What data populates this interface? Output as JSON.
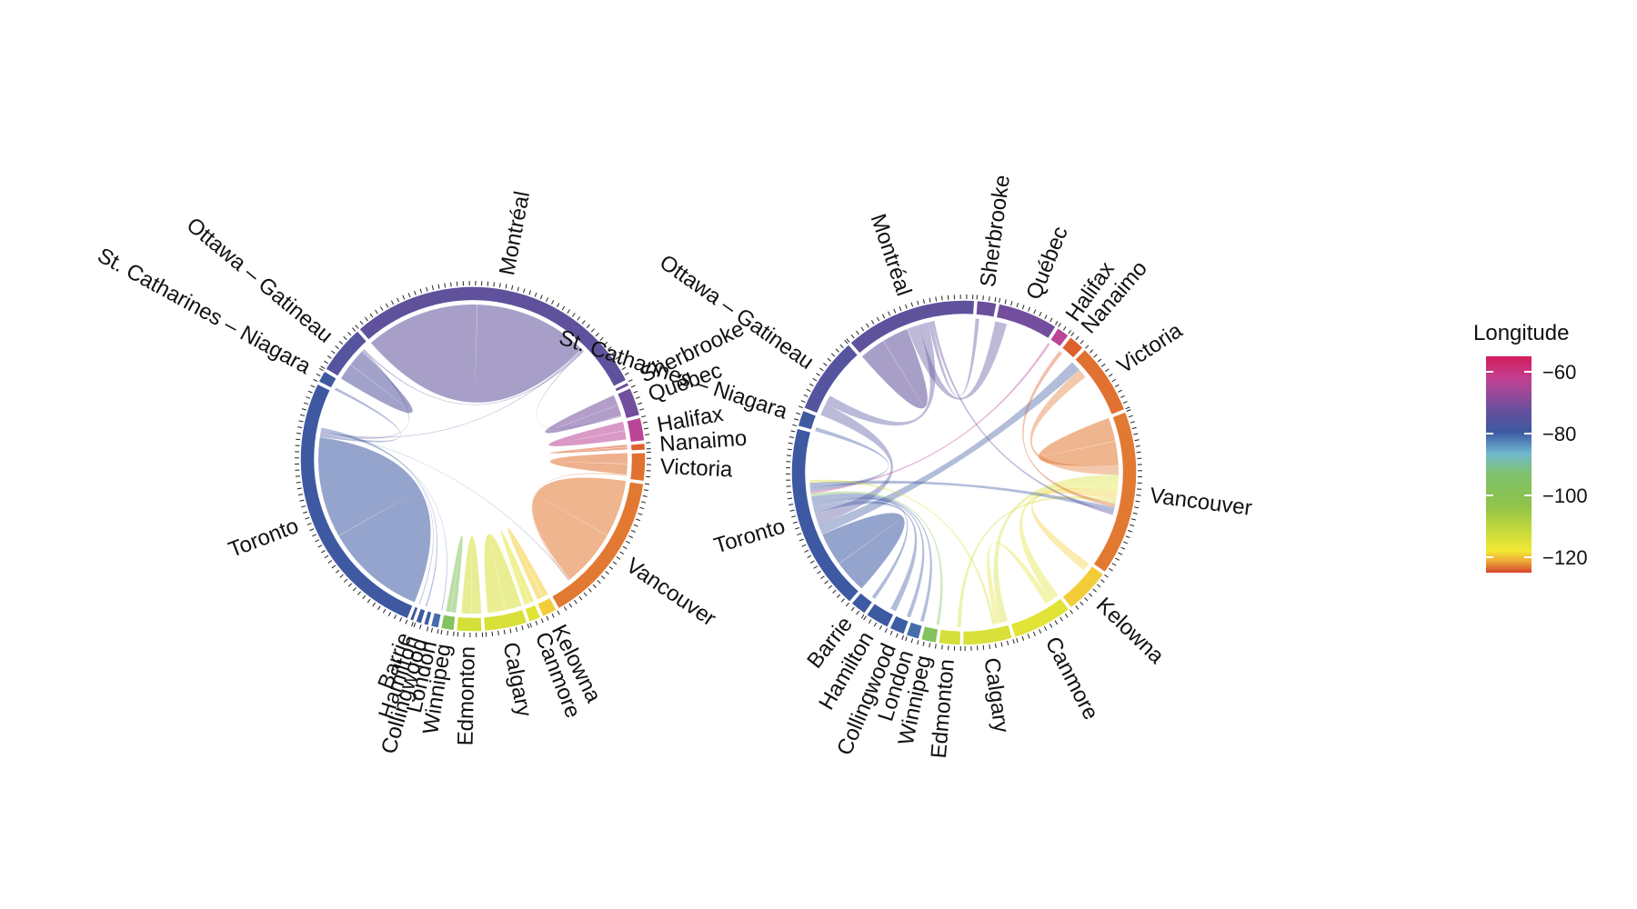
{
  "chart_data": [
    {
      "type": "chord",
      "title": "",
      "sectors": [
        {
          "name": "Montréal",
          "value": 3000,
          "longitude": -73.6
        },
        {
          "name": "Sherbrooke",
          "value": 40,
          "longitude": -71.9
        },
        {
          "name": "Québec",
          "value": 280,
          "longitude": -71.2
        },
        {
          "name": "Halifax",
          "value": 230,
          "longitude": -63.6
        },
        {
          "name": "Nanaimo",
          "value": 70,
          "longitude": -124.0
        },
        {
          "name": "Victoria",
          "value": 280,
          "longitude": -123.4
        },
        {
          "name": "Vancouver",
          "value": 1500,
          "longitude": -123.1
        },
        {
          "name": "Kelowna",
          "value": 150,
          "longitude": -119.5
        },
        {
          "name": "Canmore",
          "value": 120,
          "longitude": -115.4
        },
        {
          "name": "Calgary",
          "value": 420,
          "longitude": -114.1
        },
        {
          "name": "Edmonton",
          "value": 250,
          "longitude": -113.5
        },
        {
          "name": "Winnipeg",
          "value": 130,
          "longitude": -97.1
        },
        {
          "name": "London",
          "value": 80,
          "longitude": -81.2
        },
        {
          "name": "Collingwood",
          "value": 50,
          "longitude": -80.2
        },
        {
          "name": "Hamilton",
          "value": 60,
          "longitude": -79.9
        },
        {
          "name": "Barrie",
          "value": 40,
          "longitude": -79.7
        },
        {
          "name": "Toronto",
          "value": 2700,
          "longitude": -79.4
        },
        {
          "name": "St. Catharines – Niagara",
          "value": 120,
          "longitude": -79.2
        },
        {
          "name": "Ottawa – Gatineau",
          "value": 480,
          "longitude": -75.7
        }
      ],
      "links": [
        {
          "from": "Montréal",
          "to": "Montréal",
          "value": 2600
        },
        {
          "from": "Toronto",
          "to": "Toronto",
          "value": 2300
        },
        {
          "from": "Vancouver",
          "to": "Vancouver",
          "value": 1300
        },
        {
          "from": "Québec",
          "to": "Québec",
          "value": 240
        },
        {
          "from": "Halifax",
          "to": "Halifax",
          "value": 200
        },
        {
          "from": "Victoria",
          "to": "Victoria",
          "value": 240
        },
        {
          "from": "Nanaimo",
          "to": "Nanaimo",
          "value": 50
        },
        {
          "from": "Calgary",
          "to": "Calgary",
          "value": 380
        },
        {
          "from": "Edmonton",
          "to": "Edmonton",
          "value": 220
        },
        {
          "from": "Winnipeg",
          "to": "Winnipeg",
          "value": 110
        },
        {
          "from": "Kelowna",
          "to": "Kelowna",
          "value": 130
        },
        {
          "from": "Canmore",
          "to": "Canmore",
          "value": 100
        },
        {
          "from": "Ottawa – Gatineau",
          "to": "Ottawa – Gatineau",
          "value": 380
        },
        {
          "from": "St. Catharines – Niagara",
          "to": "Toronto",
          "value": 60
        },
        {
          "from": "Ottawa – Gatineau",
          "to": "Toronto",
          "value": 40
        },
        {
          "from": "Montréal",
          "to": "Toronto",
          "value": 25
        },
        {
          "from": "Montréal",
          "to": "Québec",
          "value": 20
        },
        {
          "from": "Montréal",
          "to": "Ottawa – Gatineau",
          "value": 30
        },
        {
          "from": "Toronto",
          "to": "Vancouver",
          "value": 15
        },
        {
          "from": "Vancouver",
          "to": "Victoria",
          "value": 25
        },
        {
          "from": "Toronto",
          "to": "London",
          "value": 20
        },
        {
          "from": "Toronto",
          "to": "Hamilton",
          "value": 30
        },
        {
          "from": "Toronto",
          "to": "Barrie",
          "value": 20
        },
        {
          "from": "Calgary",
          "to": "Canmore",
          "value": 15
        }
      ]
    },
    {
      "type": "chord",
      "title": "",
      "sectors": [
        {
          "name": "Montréal",
          "value": 120,
          "longitude": -73.6
        },
        {
          "name": "Sherbrooke",
          "value": 18,
          "longitude": -71.9
        },
        {
          "name": "Québec",
          "value": 55,
          "longitude": -71.2
        },
        {
          "name": "Halifax",
          "value": 12,
          "longitude": -63.6
        },
        {
          "name": "Nanaimo",
          "value": 15,
          "longitude": -124.0
        },
        {
          "name": "Victoria",
          "value": 65,
          "longitude": -123.4
        },
        {
          "name": "Vancouver",
          "value": 150,
          "longitude": -123.1
        },
        {
          "name": "Kelowna",
          "value": 42,
          "longitude": -119.5
        },
        {
          "name": "Canmore",
          "value": 55,
          "longitude": -115.4
        },
        {
          "name": "Calgary",
          "value": 45,
          "longitude": -114.1
        },
        {
          "name": "Edmonton",
          "value": 20,
          "longitude": -113.5
        },
        {
          "name": "Winnipeg",
          "value": 14,
          "longitude": -97.1
        },
        {
          "name": "London",
          "value": 12,
          "longitude": -81.2
        },
        {
          "name": "Collingwood",
          "value": 14,
          "longitude": -80.2
        },
        {
          "name": "Hamilton",
          "value": 22,
          "longitude": -79.9
        },
        {
          "name": "Barrie",
          "value": 15,
          "longitude": -79.7
        },
        {
          "name": "Toronto",
          "value": 170,
          "longitude": -79.4
        },
        {
          "name": "St. Catharines – Niagara",
          "value": 15,
          "longitude": -79.2
        },
        {
          "name": "Ottawa – Gatineau",
          "value": 70,
          "longitude": -75.7
        }
      ],
      "links": [
        {
          "from": "Toronto",
          "to": "Toronto",
          "value": 70
        },
        {
          "from": "Montréal",
          "to": "Montréal",
          "value": 55
        },
        {
          "from": "Vancouver",
          "to": "Vancouver",
          "value": 50
        },
        {
          "from": "Toronto",
          "to": "Victoria",
          "value": 22
        },
        {
          "from": "Montréal",
          "to": "Québec",
          "value": 25
        },
        {
          "from": "Ottawa – Gatineau",
          "to": "Toronto",
          "value": 25
        },
        {
          "from": "Ottawa – Gatineau",
          "to": "Montréal",
          "value": 20
        },
        {
          "from": "Vancouver",
          "to": "Victoria",
          "value": 20
        },
        {
          "from": "Calgary",
          "to": "Vancouver",
          "value": 15
        },
        {
          "from": "Canmore",
          "to": "Vancouver",
          "value": 20
        },
        {
          "from": "Canmore",
          "to": "Calgary",
          "value": 12
        },
        {
          "from": "Kelowna",
          "to": "Vancouver",
          "value": 18
        },
        {
          "from": "Toronto",
          "to": "Hamilton",
          "value": 12
        },
        {
          "from": "Toronto",
          "to": "Barrie",
          "value": 8
        },
        {
          "from": "Toronto",
          "to": "Collingwood",
          "value": 8
        },
        {
          "from": "Toronto",
          "to": "London",
          "value": 7
        },
        {
          "from": "Edmonton",
          "to": "Vancouver",
          "value": 8
        },
        {
          "from": "Winnipeg",
          "to": "Toronto",
          "value": 6
        },
        {
          "from": "Montréal",
          "to": "Sherbrooke",
          "value": 8
        },
        {
          "from": "Halifax",
          "to": "Toronto",
          "value": 5
        },
        {
          "from": "Nanaimo",
          "to": "Vancouver",
          "value": 8
        },
        {
          "from": "St. Catharines – Niagara",
          "to": "Toronto",
          "value": 8
        },
        {
          "from": "Toronto",
          "to": "Vancouver",
          "value": 10
        },
        {
          "from": "Montréal",
          "to": "Vancouver",
          "value": 6
        },
        {
          "from": "Calgary",
          "to": "Toronto",
          "value": 6
        }
      ]
    }
  ],
  "legend": {
    "title": "Longitude",
    "ticks": [
      "−60",
      "−80",
      "−100",
      "−120"
    ],
    "tick_values": [
      -60,
      -80,
      -100,
      -120
    ],
    "range": [
      -55,
      -125
    ]
  }
}
